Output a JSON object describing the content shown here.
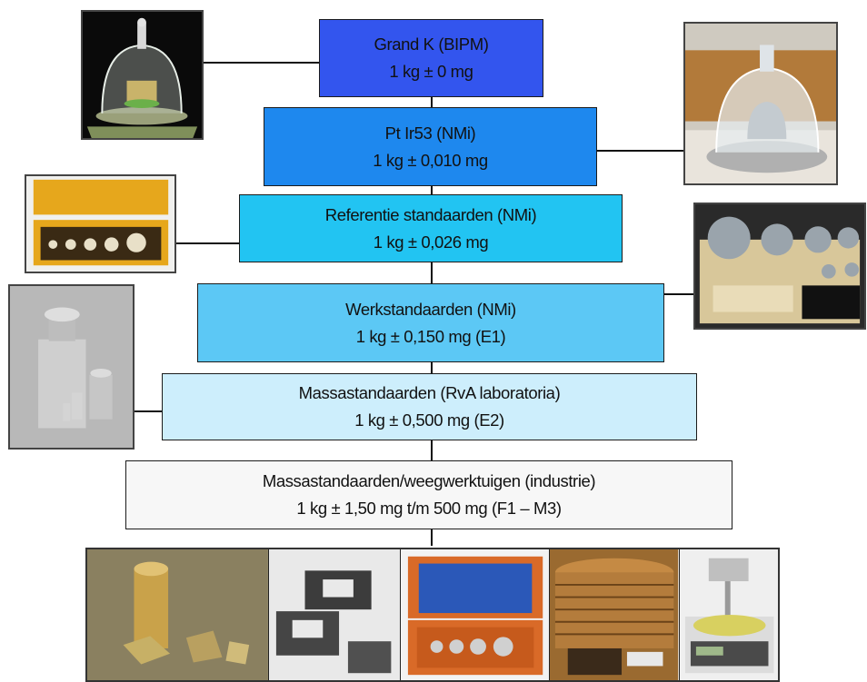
{
  "levels": [
    {
      "name": "Grand K (BIPM)",
      "value": "1 kg ± 0 mg",
      "color": "#3355ee"
    },
    {
      "name": "Pt Ir53 (NMi)",
      "value": "1 kg ± 0,010 mg",
      "color": "#1e88ee"
    },
    {
      "name": "Referentie standaarden (NMi)",
      "value": "1 kg ± 0,026 mg",
      "color": "#22c4f2"
    },
    {
      "name": "Werkstandaarden (NMi)",
      "value": "1 kg ± 0,150 mg (E1)",
      "color": "#5cc8f5"
    },
    {
      "name": "Massastandaarden (RvA laboratoria)",
      "value": "1 kg ± 0,500 mg (E2)",
      "color": "#cdeefc"
    },
    {
      "name": "Massastandaarden/weegwerktuigen (industrie)",
      "value": "1 kg ± 1,50 mg t/m 500 mg (F1 – M3)",
      "color": "#f7f7f7"
    }
  ],
  "photos": [
    "prototype-kilogram-bell-jar-photo",
    "platinum-iridium-kilogram-bell-jar-photo",
    "reference-weight-set-case-photo",
    "working-standard-weight-set-photo",
    "cylindrical-weights-photo",
    "industrial-weights-photo",
    "block-weights-photo",
    "weight-set-case-photo",
    "stacked-disc-weights-photo",
    "digital-scale-photo"
  ]
}
